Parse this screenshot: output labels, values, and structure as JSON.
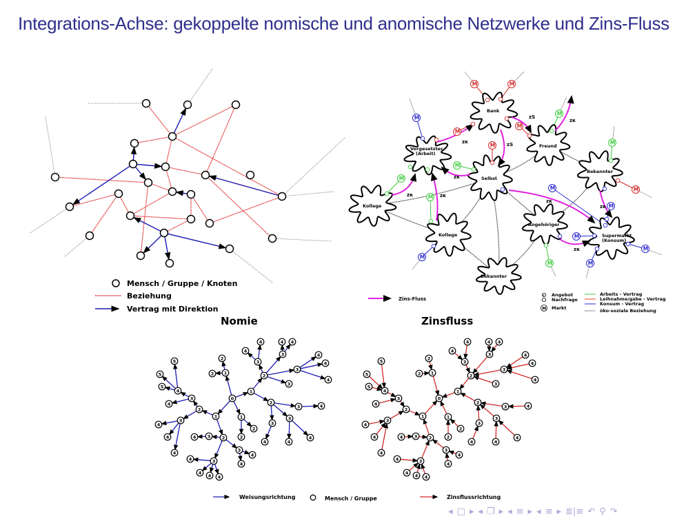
{
  "slide": {
    "title": "Integrations-Achse: gekoppelte nomische und anomische Netzwerke und Zins-Fluss"
  },
  "colors": {
    "title": "#2e2e8c",
    "relation": "#e02020",
    "contract": "#1a1ab4",
    "interest_flow": "#e020e0",
    "labor": "#3ccc3c",
    "loan": "#d02828",
    "consumption": "#2a2ad0",
    "eco_social": "#222222",
    "nav": "#a9a9d6"
  },
  "network_diagram": {
    "legend": {
      "node": "Mensch / Gruppe / Knoten",
      "relation": "Beziehung",
      "contract": "Vertrag mit Direktion"
    }
  },
  "integration_diagram": {
    "nodes": {
      "bank": "Bank",
      "superior": "Vorgesetzter",
      "superior_sub": "(Arbeit)",
      "friend": "Freund",
      "self": "Selbst",
      "acquaintance_right": "Bekannter",
      "colleague_left": "Kollege",
      "colleague_mid": "Kollege",
      "relative": "Angehöriger",
      "supermarket": "Supermarkt",
      "supermarket_sub": "(Konsum)",
      "acquaintance_bottom": "Bekannter"
    },
    "market_symbol": "M",
    "rate_labels": {
      "zk": "zκ",
      "zs": "zS"
    },
    "legend": {
      "interest_flow": "Zins-Fluss",
      "offer": "Angebot",
      "demand": "Nachfrage",
      "market": "Markt",
      "labor_contract": "Arbeits - Vertrag",
      "loan_contract": "Leihnahme/gabe - Vertrag",
      "consumption_contract": "Konsum - Vertrag",
      "eco_social": "öko-soziale Beziehung"
    }
  },
  "trees": {
    "nomie_title": "Nomie",
    "zinsfluss_title": "Zinsfluss",
    "legend": {
      "command": "Weisungsrichtung",
      "person": "Mensch / Gruppe",
      "interest": "Zinsflussrichtung"
    },
    "levels": {
      "root": "0",
      "l1": "1",
      "l2": "2",
      "l3": "3",
      "l4": "4",
      "l5": "5"
    }
  },
  "navigation": {
    "icons": [
      "nav-prev-frame",
      "nav-frame",
      "nav-next-frame",
      "nav-prev-subsection",
      "nav-subsection",
      "nav-next-subsection",
      "nav-prev-section",
      "nav-section",
      "nav-next-section",
      "nav-toc",
      "nav-back",
      "nav-search",
      "nav-forward"
    ]
  }
}
